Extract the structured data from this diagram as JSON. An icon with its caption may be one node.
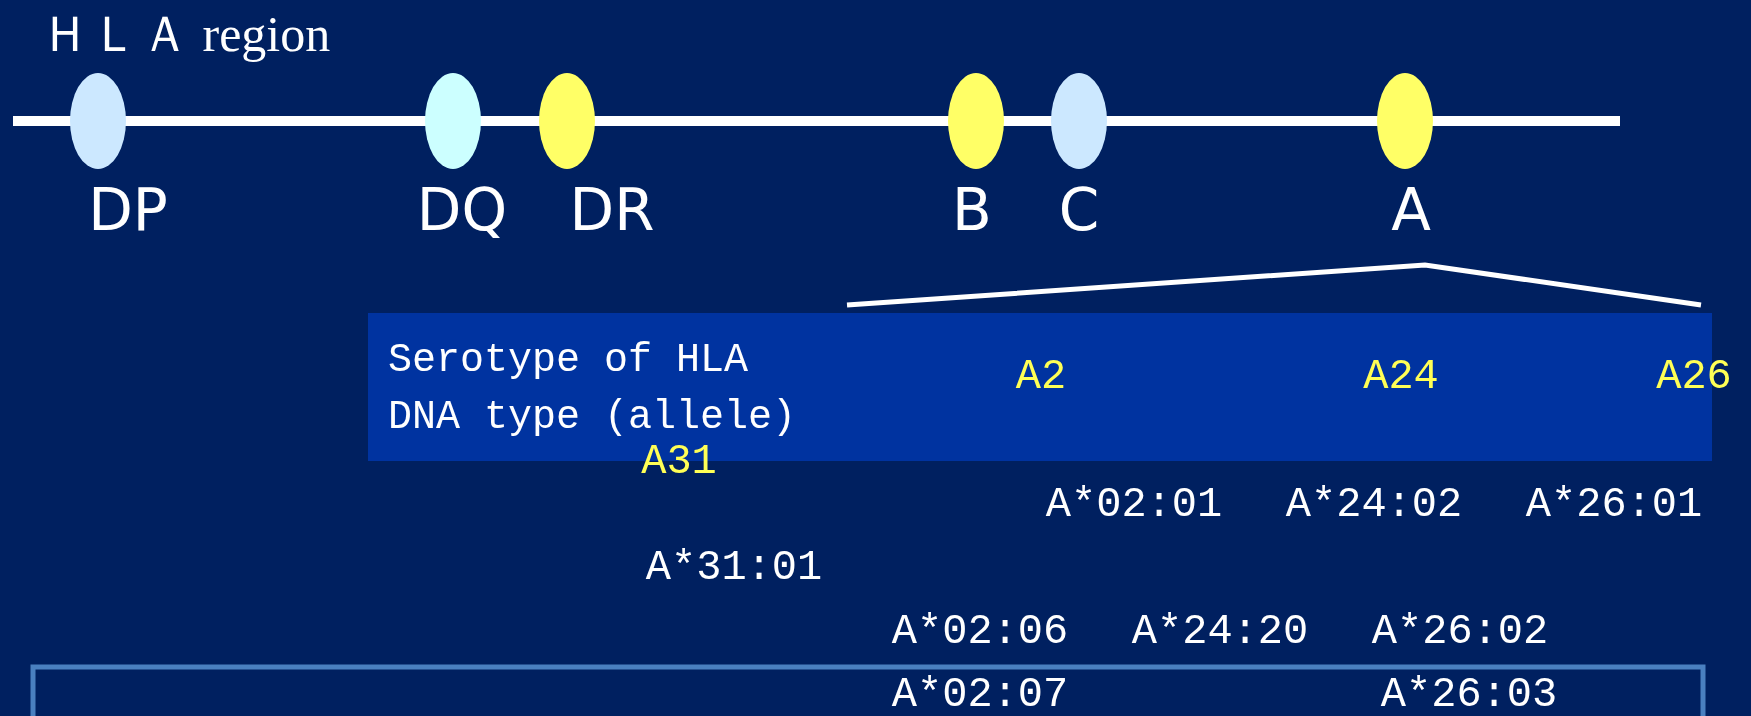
{
  "diagram": {
    "title": "ＨＬＡ region",
    "labels": [
      "DP",
      "DQ",
      "DR",
      "B",
      "C",
      "A",
      "Serotype of HLA",
      "A2",
      "A24",
      "A26",
      "DNA type (allele)",
      "A31",
      "A*02:01",
      "A*24:02",
      "A*26:01",
      "A*31:01",
      "A*02:06",
      "A*24:20",
      "A*26:02",
      "A*02:07",
      "A*26:03"
    ]
  }
}
